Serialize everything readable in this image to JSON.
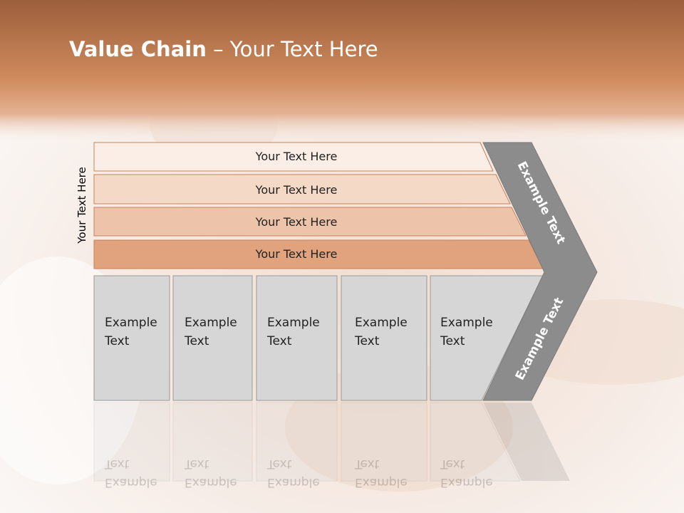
{
  "slide": {
    "title_bold": "Value Chain",
    "title_rest": " – Your Text Here",
    "side_label": "Your Text Here"
  },
  "bars": [
    {
      "label": "Your Text Here",
      "color": "#fbeee6"
    },
    {
      "label": "Your Text Here",
      "color": "#f4d9c7"
    },
    {
      "label": "Your Text Here",
      "color": "#edc4a9"
    },
    {
      "label": "Your Text Here",
      "color": "#e0a37d"
    }
  ],
  "boxes": [
    {
      "line1": "Example",
      "line2": "Text"
    },
    {
      "line1": "Example",
      "line2": "Text"
    },
    {
      "line1": "Example",
      "line2": "Text"
    },
    {
      "line1": "Example",
      "line2": "Text"
    },
    {
      "line1": "Example",
      "line2": "Text"
    }
  ],
  "chevron": {
    "upper_text": "Example Text",
    "lower_text": "Example Text",
    "color": "#8c8c8c"
  },
  "colors": {
    "header_top": "#9c5f3c",
    "header_mid": "#cf8a5c",
    "box_fill": "#d6d6d6",
    "box_stroke": "#9a9a9a"
  }
}
